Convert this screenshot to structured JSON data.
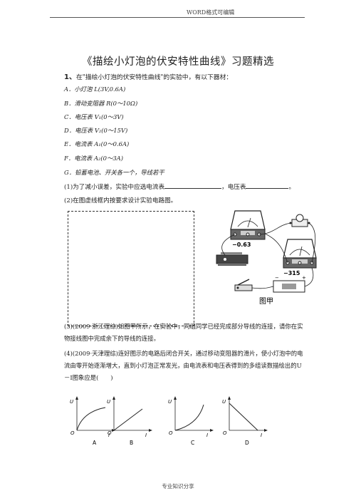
{
  "header": "WORD格式可编辑",
  "title": "《描绘小灯泡的伏安特性曲线》习题精选",
  "q1": {
    "number": "1、",
    "intro": "在\"描绘小灯泡的伏安特性曲线\"的实验中，有以下器材：",
    "options": [
      "A．小灯泡 L(3V,0.6A)",
      "B．滑动变阻器 R(0～10Ω)",
      "C．电压表 V₁(0～3V)",
      "D．电压表 V₂(0～15V)",
      "E．电流表 A₁(0～0.6A)",
      "F．电流表 A₂(0～3A)",
      "G．铅蓄电池、开关各一个，导线若干"
    ],
    "part1_a": "(1)为了减小误差，实验中应选电流表",
    "part1_b": "，电压表",
    "part1_c": "。",
    "part2": "(2)在图虚线框内按要求设计实验电路图。",
    "figure_caption": "图甲",
    "meter1_scale": "−0.63",
    "meter2_scale": "−315",
    "part3": "(3)(2009·浙江理综)如图甲所示，在实验中，同组同学已经完成部分导线的连接，请你在实物接线图中完成余下的导线的连接。",
    "part4": "(4)(2009·天津理综)连好图示的电路后闭合开关，通过移动变阻器的滑片，使小灯泡中的电流由零开始逐渐增大，直到小灯泡正常发光，由电流表和电压表得到的多组读数描绘出的U－I图象应是(　　)"
  },
  "graphs": [
    {
      "label": "A",
      "shape": "concave"
    },
    {
      "label": "B",
      "shape": "linear"
    },
    {
      "label": "C",
      "shape": "convex"
    },
    {
      "label": "D",
      "shape": "decreasing"
    }
  ],
  "axis": {
    "y": "U",
    "x": "I",
    "origin": "O"
  },
  "footer": "专业知识分享"
}
